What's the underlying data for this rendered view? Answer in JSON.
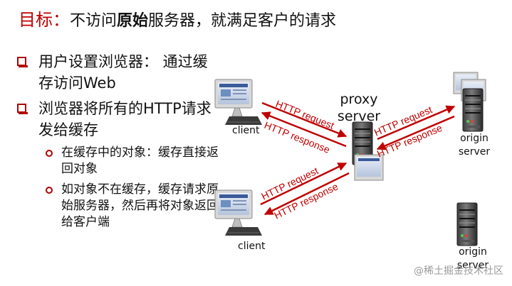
{
  "title": {
    "accent": "目标：",
    "pre": "不访问",
    "bold": "原始",
    "post": "服务器，就满足客户的请求"
  },
  "bullets": [
    {
      "text": "用户设置浏览器： 通过缓存访问Web"
    },
    {
      "text": "浏览器将所有的HTTP请求发给缓存"
    }
  ],
  "subbullets": [
    {
      "text": "在缓存中的对象：缓存直接返回对象"
    },
    {
      "text": "如对象不在缓存，缓存请求原始服务器，然后再将对象返回给客户端"
    }
  ],
  "diagram": {
    "client_top": "client",
    "client_bottom": "client",
    "proxy_line1": "proxy",
    "proxy_line2": "server",
    "origin_top_line1": "origin",
    "origin_top_line2": "server",
    "origin_bottom_line1": "origin",
    "origin_bottom_line2": "server",
    "arrows": {
      "c1_request": "HTTP request",
      "c1_response": "HTTP response",
      "o_request": "HTTP request",
      "o_response": "HTTP response",
      "c2_request": "HTTP request",
      "c2_response": "HTTP response"
    }
  },
  "colors": {
    "accent": "#c00000",
    "bullet": "#b00000"
  },
  "watermark": "@稀土掘金技术社区"
}
